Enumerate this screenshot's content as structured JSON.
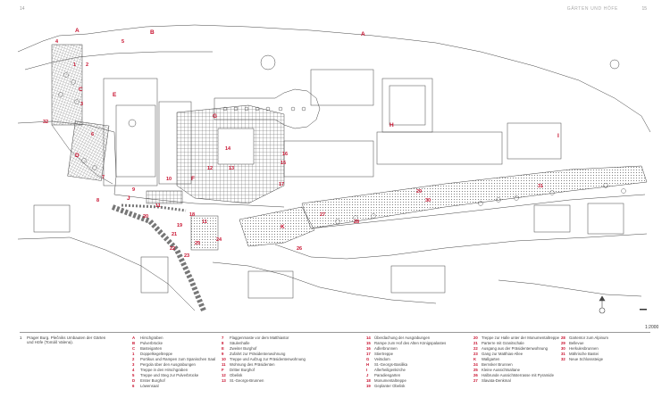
{
  "header": {
    "page_left": "14",
    "running_title": "GÄRTEN UND HÖFE",
    "page_right": "15"
  },
  "plan": {
    "labels": {
      "A_left": "A",
      "A_right": "A",
      "B": "B",
      "C": "C",
      "D": "D",
      "E": "E",
      "F": "F",
      "G": "G",
      "H": "H",
      "I": "I",
      "J": "J",
      "K": "K",
      "n1": "1",
      "n2": "2",
      "n3": "3",
      "n4": "4",
      "n5": "5",
      "n6": "6",
      "n7": "7",
      "n8": "8",
      "n9": "9",
      "n10": "10",
      "n11a": "11",
      "n11b": "11",
      "n12": "12",
      "n13": "13",
      "n14": "14",
      "n15": "15",
      "n16": "16",
      "n17": "17",
      "n18": "18",
      "n19": "19",
      "n20": "20",
      "n21": "21",
      "n22": "22",
      "n23": "23",
      "n24": "24",
      "n25": "25",
      "n26": "26",
      "n27": "27",
      "n28": "28",
      "n29": "29",
      "n30": "30",
      "n31": "31",
      "n32": "32"
    },
    "scale": "1:2000"
  },
  "caption": {
    "number": "1",
    "text": "Prager Burg. Plečniks Umbauten der Gärten und Höfe (Tomáš Valena)."
  },
  "legend": {
    "col1": [
      {
        "key": "A",
        "label": "Hirschgraben"
      },
      {
        "key": "B",
        "label": "Pulverbrücke"
      },
      {
        "key": "C",
        "label": "Basteigarten"
      },
      {
        "key": "1",
        "label": "Doppelkegeltreppe"
      },
      {
        "key": "2",
        "label": "Portikus und Rampen zum Spanischen Saal"
      },
      {
        "key": "3",
        "label": "Pergola über den Ausgrabungen"
      },
      {
        "key": "4",
        "label": "Treppe in den Hirschgraben"
      },
      {
        "key": "5",
        "label": "Treppe und Steg zur Pulverbrücke"
      },
      {
        "key": "D",
        "label": "Erster Burghof"
      },
      {
        "key": "6",
        "label": "Löwensaal"
      }
    ],
    "col2": [
      {
        "key": "7",
        "label": "Flaggenmaste vor dem Matthiastor"
      },
      {
        "key": "8",
        "label": "Säulenhalle"
      },
      {
        "key": "E",
        "label": "Zweiter Burghof"
      },
      {
        "key": "9",
        "label": "Zufahrt zur Präsidentenwohnung"
      },
      {
        "key": "10",
        "label": "Treppe und Aufzug zur Präsidentenwohnung"
      },
      {
        "key": "11",
        "label": "Wohnung des Präsidenten"
      },
      {
        "key": "F",
        "label": "Dritter Burghof"
      },
      {
        "key": "12",
        "label": "Obelisk"
      },
      {
        "key": "13",
        "label": "St.-Georgs-Brunnen"
      }
    ],
    "col3": [
      {
        "key": "14",
        "label": "Überdachung der Ausgrabungen"
      },
      {
        "key": "15",
        "label": "Rampe zum Hof des Alten Königspalastes"
      },
      {
        "key": "16",
        "label": "Adlerbrunnen"
      },
      {
        "key": "17",
        "label": "Stiertreppe"
      },
      {
        "key": "G",
        "label": "Veitsdom"
      },
      {
        "key": "H",
        "label": "St.-Georgs-Basilika"
      },
      {
        "key": "I",
        "label": "Allerheiligenkirche"
      },
      {
        "key": "J",
        "label": "Paradiesgarten"
      },
      {
        "key": "18",
        "label": "Monumentaltreppe"
      },
      {
        "key": "19",
        "label": "Geplanter Obelisk"
      }
    ],
    "col4": [
      {
        "key": "20",
        "label": "Treppe zur Halle unter der Monumentaltreppe"
      },
      {
        "key": "21",
        "label": "Parterre mit Granitschale"
      },
      {
        "key": "22",
        "label": "Ausgang aus der Präsidentenwohnung"
      },
      {
        "key": "23",
        "label": "Gang zur Matthias-Allee"
      },
      {
        "key": "K",
        "label": "Wallgarten"
      },
      {
        "key": "24",
        "label": "Bernsker Brunnen"
      },
      {
        "key": "25",
        "label": "Kleine Aussichtsaltane"
      },
      {
        "key": "26",
        "label": "Halbrunde Aussichtsterrasse mit Pyramide"
      },
      {
        "key": "27",
        "label": "Slavata-Denkmal"
      }
    ],
    "col5": [
      {
        "key": "28",
        "label": "Gartentor zum Alpinum"
      },
      {
        "key": "29",
        "label": "Bellevue"
      },
      {
        "key": "30",
        "label": "Herkulesbrunnen"
      },
      {
        "key": "31",
        "label": "Mährische Bastei"
      },
      {
        "key": "32",
        "label": "Neue Schlosssteige"
      }
    ]
  }
}
